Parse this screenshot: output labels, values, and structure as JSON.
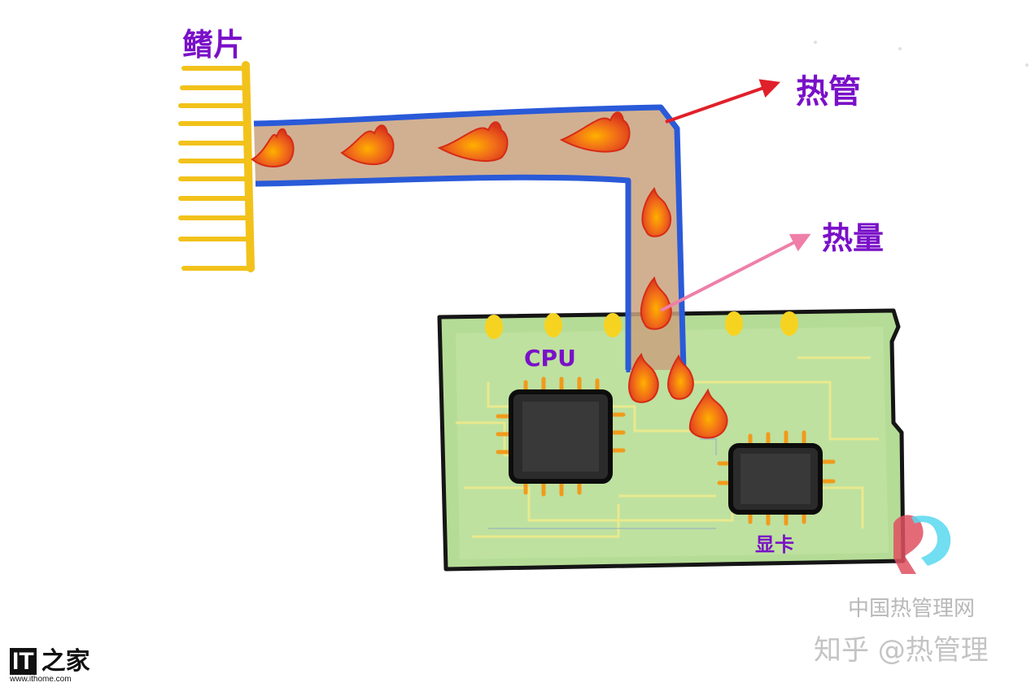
{
  "labels": {
    "fins": "鳍片",
    "heat_pipe": "热管",
    "heat": "热量",
    "cpu": "CPU",
    "gpu": "显卡"
  },
  "watermark": {
    "site_cn": "中国热管理网",
    "zhihu": "知乎 @热管理"
  },
  "logo": {
    "brand": "IT之家",
    "url": "www.ithome.com"
  },
  "colors": {
    "label": "#7a10c8",
    "fins": "#f2c21b",
    "pipe_outline": "#2a5ad8",
    "pipe_fill": "#c9a27e",
    "board": "#a9d88a",
    "arrow_heat_pipe": "#e0202a",
    "arrow_heat": "#ef7fa8"
  }
}
